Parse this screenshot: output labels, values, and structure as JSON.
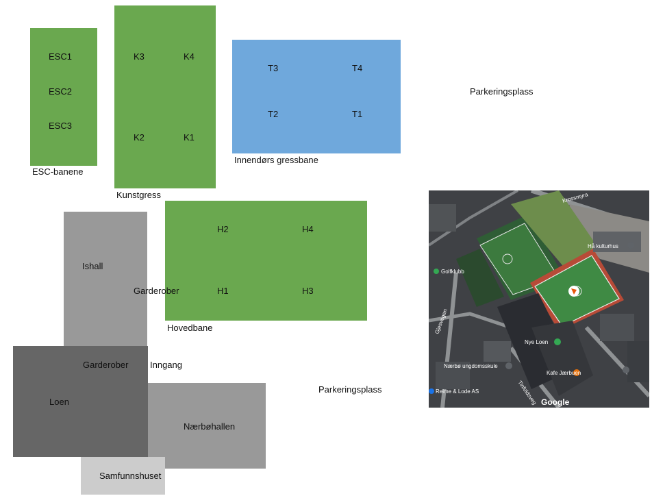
{
  "areas": {
    "esc": {
      "label": "ESC-banene",
      "fields": [
        "ESC1",
        "ESC2",
        "ESC3"
      ],
      "color": "#6aa84f"
    },
    "kunstgress": {
      "label": "Kunstgress",
      "fields": {
        "k3": "K3",
        "k4": "K4",
        "k2": "K2",
        "k1": "K1"
      },
      "color": "#6aa84f"
    },
    "innendors": {
      "label": "Innendørs gressbane",
      "fields": {
        "t3": "T3",
        "t4": "T4",
        "t2": "T2",
        "t1": "T1"
      },
      "color": "#6fa8dc"
    },
    "hovedbane": {
      "label": "Hovedbane",
      "fields": {
        "h2": "H2",
        "h4": "H4",
        "h1": "H1",
        "h3": "H3"
      },
      "color": "#6aa84f"
    },
    "ishall": {
      "label": "Ishall",
      "color": "#999999"
    },
    "loen": {
      "label": "Loen",
      "color": "#666666"
    },
    "naerbohallen": {
      "label": "Nærbøhallen",
      "color": "#999999"
    },
    "samfunnshuset": {
      "label": "Samfunnshuset",
      "color": "#cccccc"
    }
  },
  "labels": {
    "parkering_top": "Parkeringsplass",
    "parkering_bottom": "Parkeringsplass",
    "garderober_right": "Garderober",
    "garderober_left": "Garderober",
    "inngang": "Inngang"
  },
  "satellite": {
    "places": {
      "krossmyra": "Krossmyra",
      "kulturhus": "Hå kulturhus",
      "golfklubb": "Golfklubb",
      "nye_loen": "Nye Loen",
      "ungdomsskule": "Nærbø ungdomsskule",
      "kafe": "Kafe Jærbuen",
      "reime": "Reime & Lode AS",
      "gjesvegen": "Gjesvegen",
      "tinfoldsveg": "Tinfoldsveg"
    },
    "attribution": "Google"
  }
}
